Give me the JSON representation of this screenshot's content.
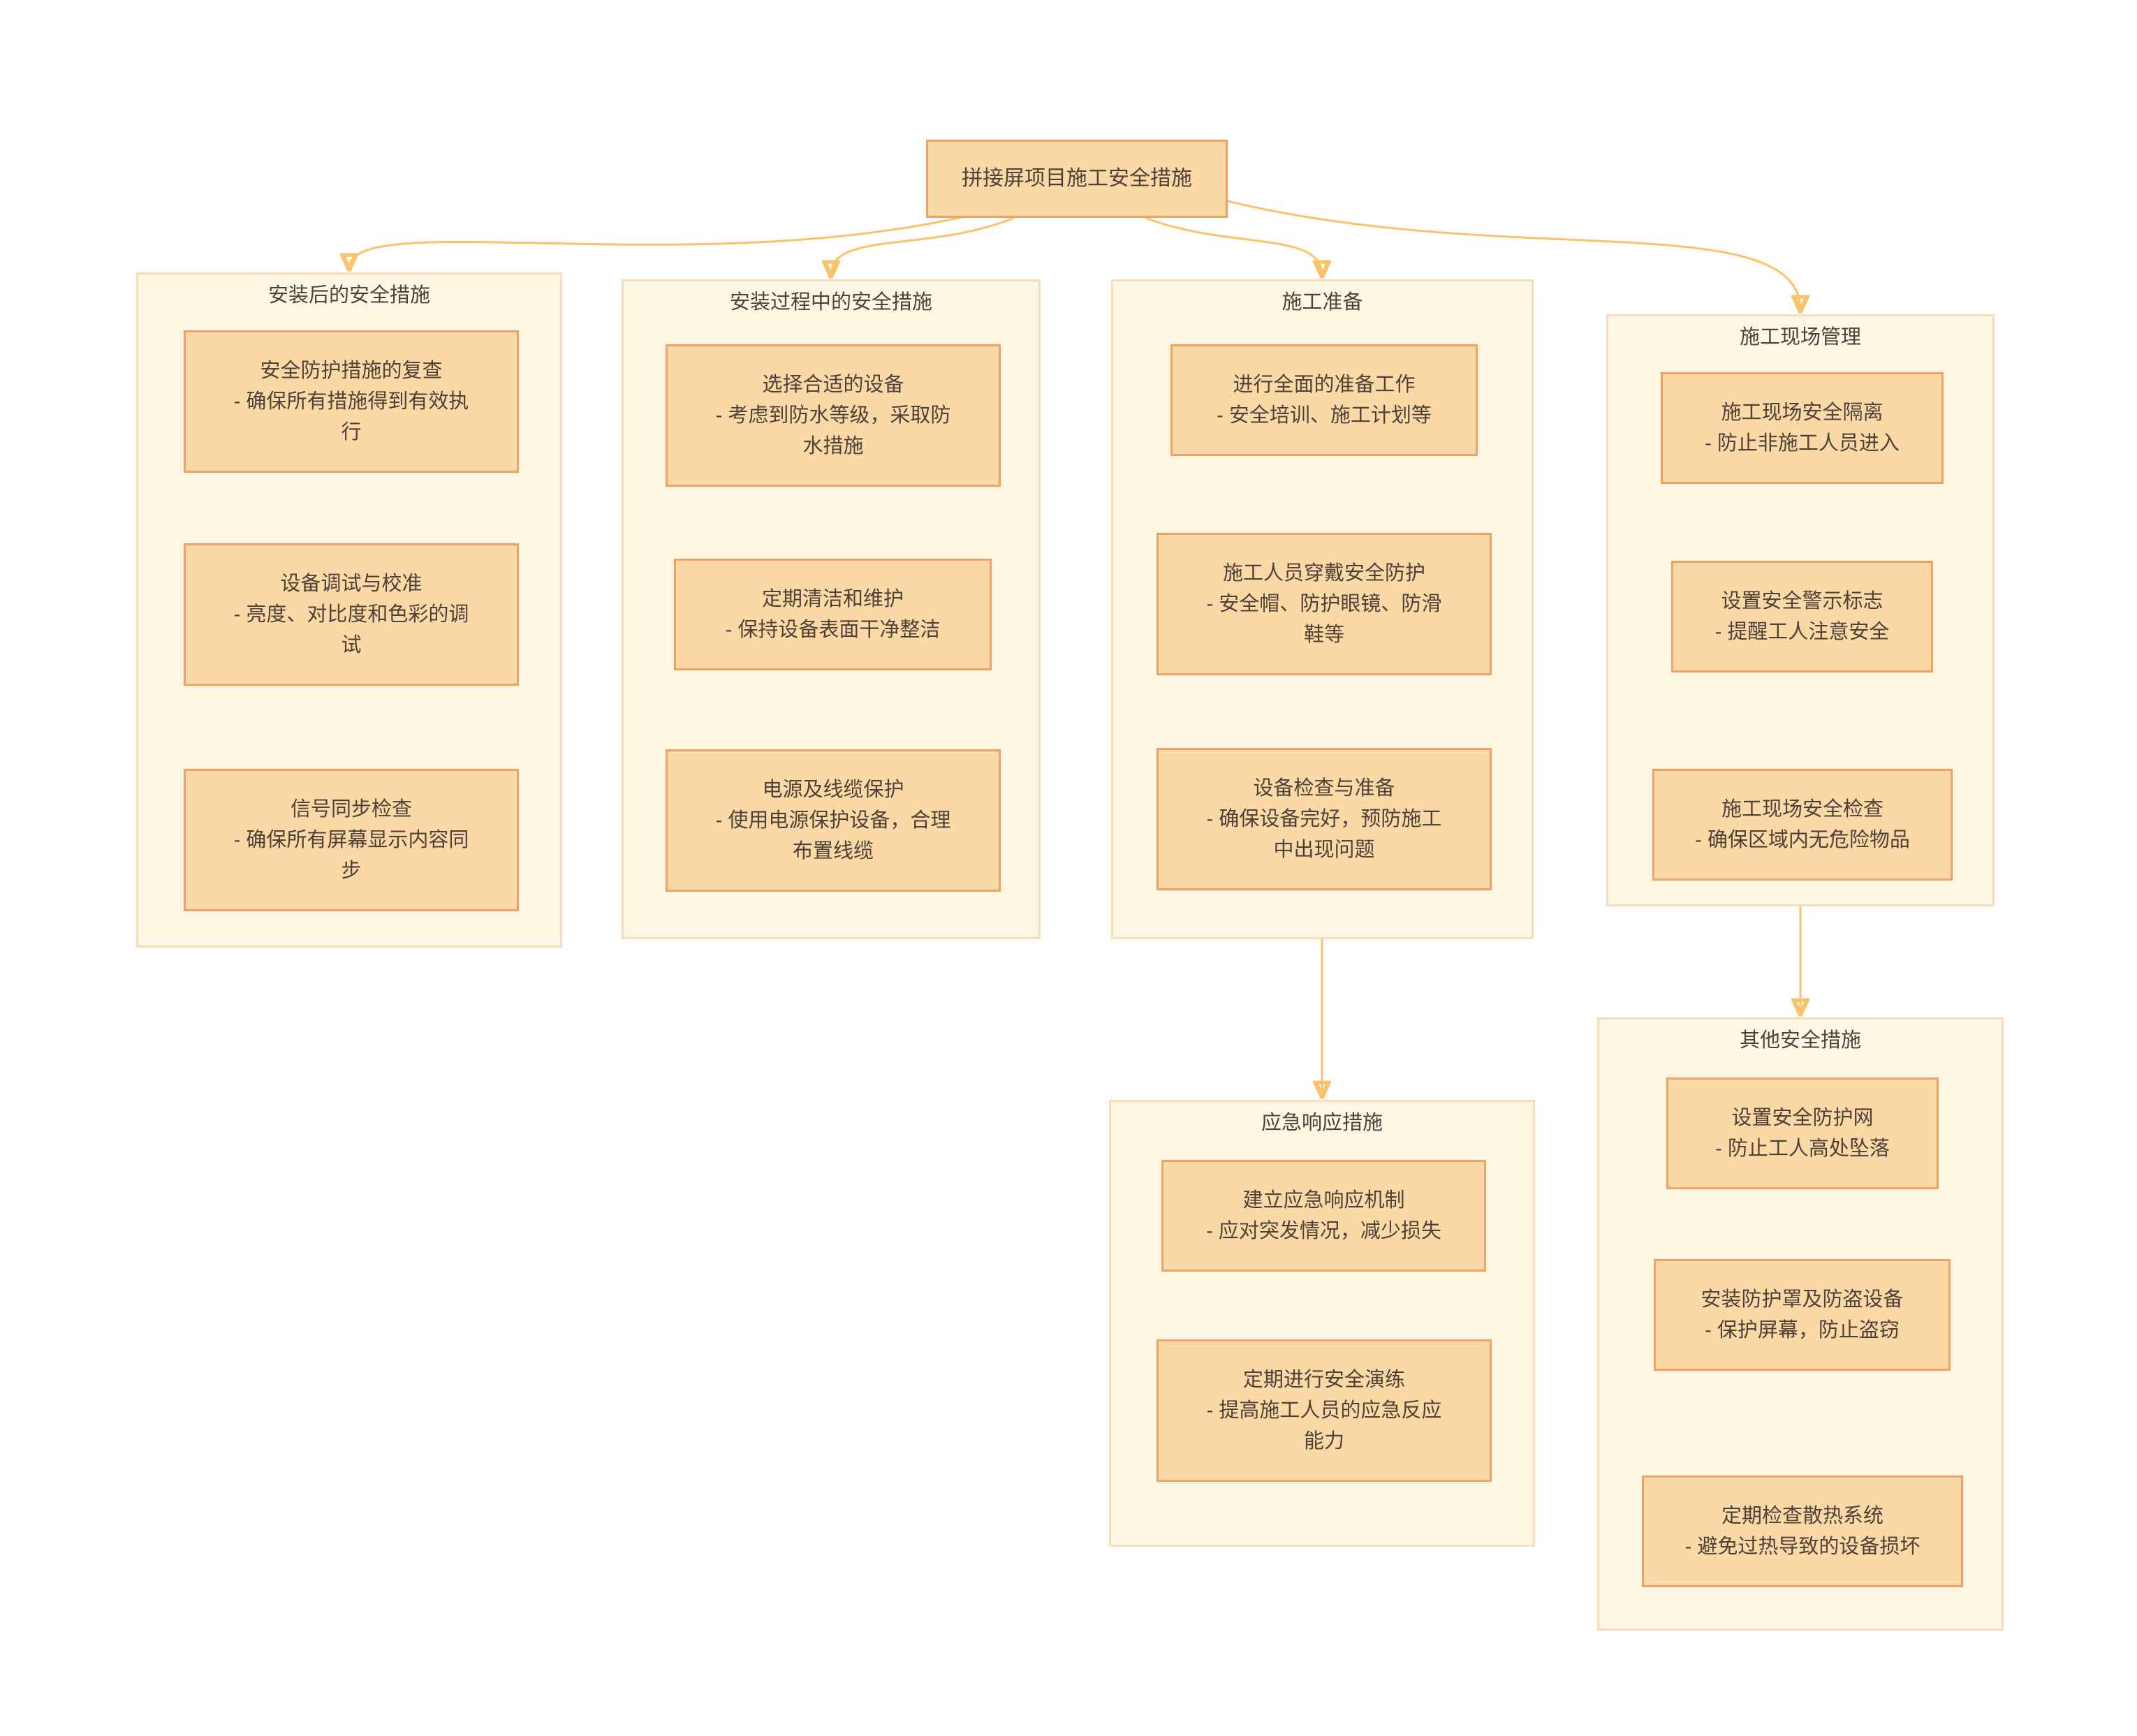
{
  "root": {
    "label": "拼接屏项目施工安全措施"
  },
  "groups": [
    {
      "title": "安装后的安全措施",
      "nodes": [
        {
          "text": "安全防护措施的复查\n- 确保所有措施得到有效执\n行"
        },
        {
          "text": "设备调试与校准\n- 亮度、对比度和色彩的调\n试"
        },
        {
          "text": "信号同步检查\n- 确保所有屏幕显示内容同\n步"
        }
      ]
    },
    {
      "title": "安装过程中的安全措施",
      "nodes": [
        {
          "text": "选择合适的设备\n- 考虑到防水等级，采取防\n水措施"
        },
        {
          "text": "定期清洁和维护\n- 保持设备表面干净整洁"
        },
        {
          "text": "电源及线缆保护\n- 使用电源保护设备，合理\n布置线缆"
        }
      ]
    },
    {
      "title": "施工准备",
      "nodes": [
        {
          "text": "进行全面的准备工作\n- 安全培训、施工计划等"
        },
        {
          "text": "施工人员穿戴安全防护\n- 安全帽、防护眼镜、防滑\n鞋等"
        },
        {
          "text": "设备检查与准备\n- 确保设备完好，预防施工\n中出现问题"
        }
      ]
    },
    {
      "title": "施工现场管理",
      "nodes": [
        {
          "text": "施工现场安全隔离\n- 防止非施工人员进入"
        },
        {
          "text": "设置安全警示标志\n- 提醒工人注意安全"
        },
        {
          "text": "施工现场安全检查\n- 确保区域内无危险物品"
        }
      ]
    },
    {
      "title": "应急响应措施",
      "nodes": [
        {
          "text": "建立应急响应机制\n- 应对突发情况，减少损失"
        },
        {
          "text": "定期进行安全演练\n- 提高施工人员的应急反应\n能力"
        }
      ]
    },
    {
      "title": "其他安全措施",
      "nodes": [
        {
          "text": "设置安全防护网\n- 防止工人高处坠落"
        },
        {
          "text": "安装防护罩及防盗设备\n- 保护屏幕，防止盗窃"
        },
        {
          "text": "定期检查散热系统\n- 避免过热导致的设备损坏"
        }
      ]
    }
  ],
  "colors": {
    "background": "#ffffff",
    "node_fill": "#fbd9a7",
    "node_border": "#f1a164",
    "group_fill": "#fdf6e2",
    "group_border": "#f9ddbb",
    "edge": "#f9c36b",
    "text": "#4e4138"
  }
}
